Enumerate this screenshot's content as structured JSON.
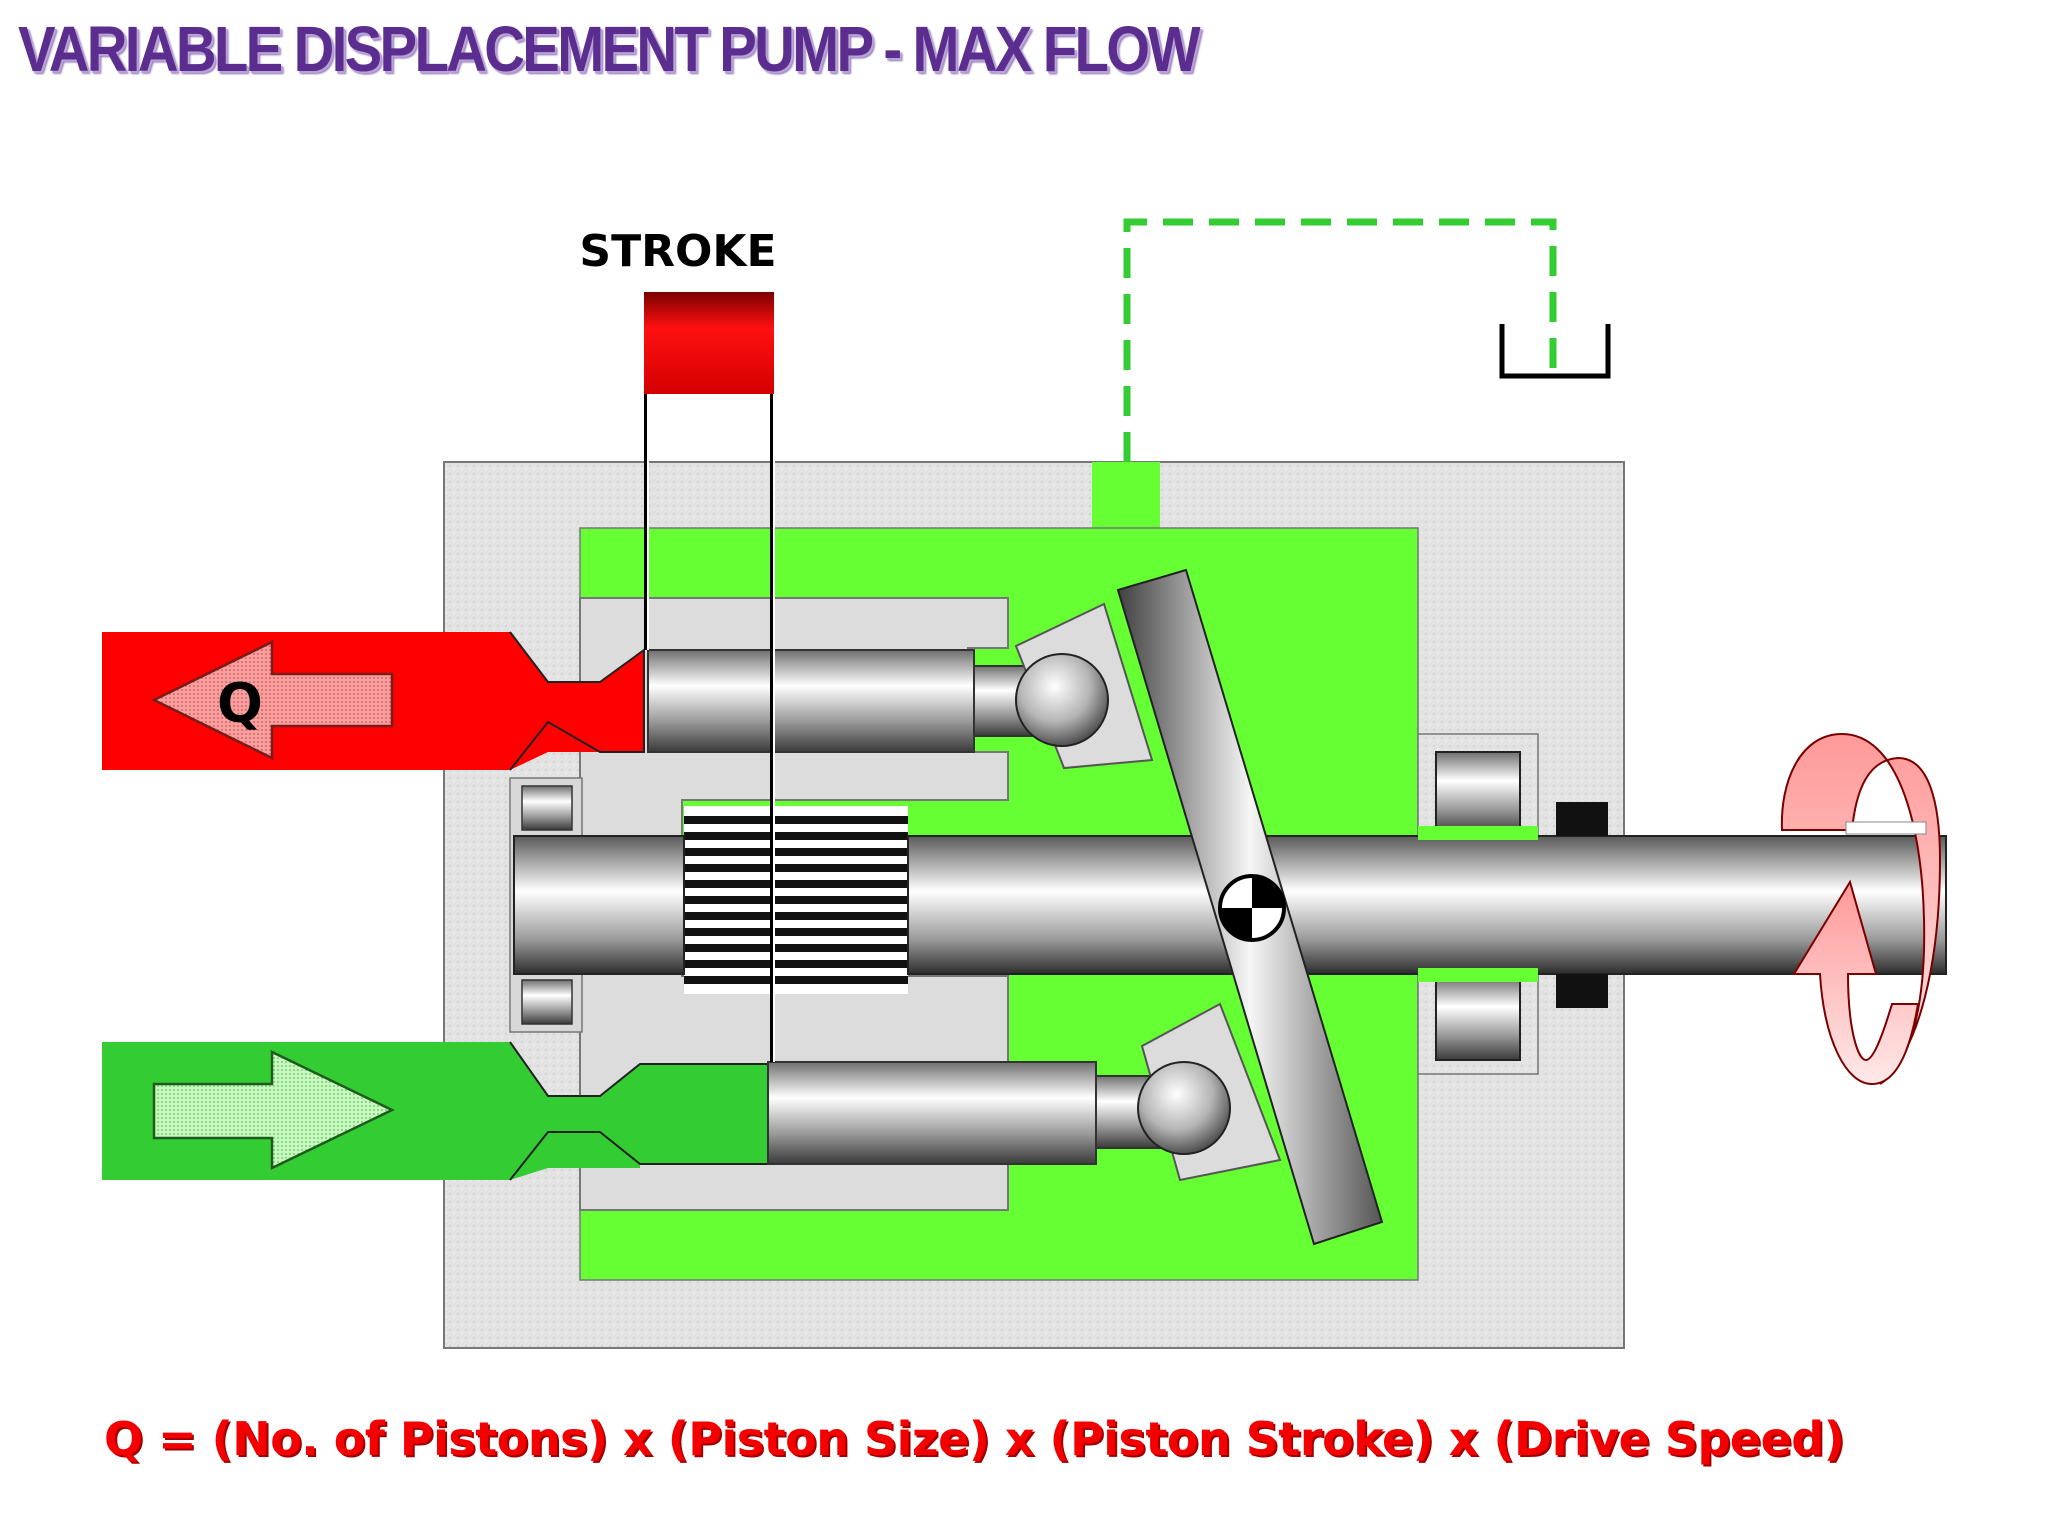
{
  "title": "VARIABLE DISPLACEMENT PUMP - MAX FLOW",
  "labels": {
    "stroke": "STROKE",
    "flow": "Q"
  },
  "formula": "Q = (No. of Pistons) x (Piston Size) x (Piston Stroke) x (Drive Speed)",
  "colors": {
    "title": "#5a2d8f",
    "pressure_red": "#ff0000",
    "suction_green": "#33cc33",
    "case_green": "#66ff33",
    "pilot_dashed_green": "#33cc33",
    "housing_gray": "#e8e8e8",
    "formula_red": "#f40000"
  },
  "icons": [
    "outlet-arrow-icon",
    "inlet-arrow-icon",
    "rotation-arrow-icon",
    "center-mark-icon",
    "tank-symbol-icon"
  ]
}
